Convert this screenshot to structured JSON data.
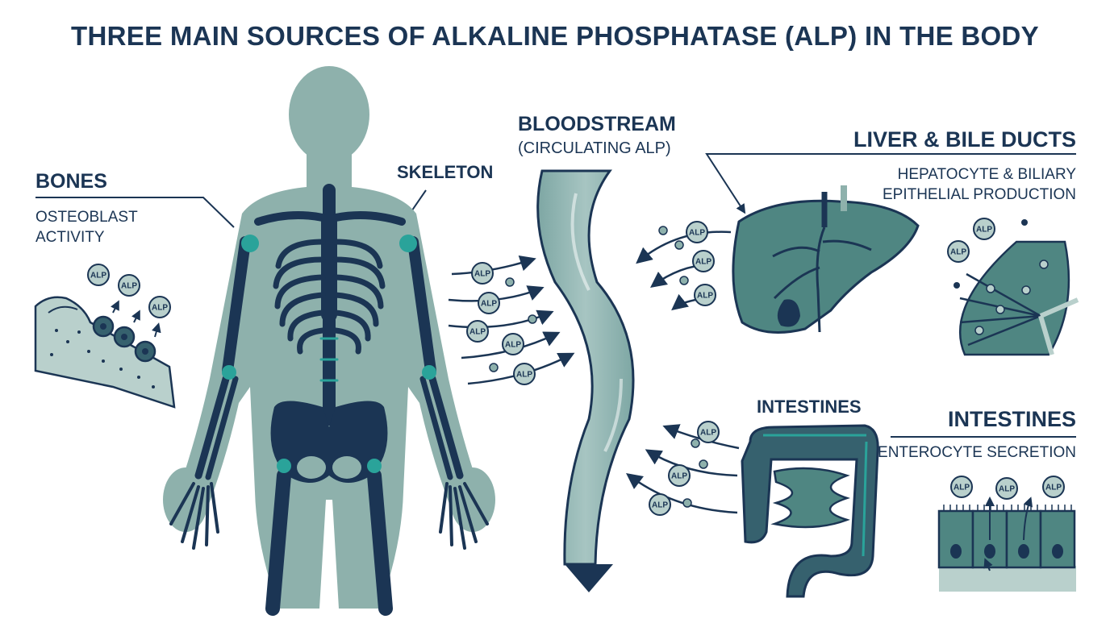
{
  "title": "THREE MAIN SOURCES OF ALKALINE PHOSPHATASE (ALP) IN THE BODY",
  "labels": {
    "bones": {
      "heading": "BONES",
      "line1": "OSTEOBLAST",
      "line2": "ACTIVITY"
    },
    "skeleton": "SKELETON",
    "bloodstream": {
      "heading": "BLOODSTREAM",
      "sub": "(CIRCULATING ALP)"
    },
    "liver": {
      "heading": "LIVER & BILE DUCTS",
      "line1": "HEPATOCYTE & BILIARY",
      "line2": "EPITHELIAL PRODUCTION"
    },
    "intestines_center": "INTESTINES",
    "intestines_right": {
      "heading": "INTESTINES",
      "sub": "ENTEROCYTE SECRETION"
    }
  },
  "molecule_label": "ALP",
  "icons": [
    "human-body-icon",
    "skeleton-icon",
    "bone-tissue-icon",
    "bloodstream-icon",
    "liver-icon",
    "hepatocyte-cells-icon",
    "intestines-icon",
    "enterocyte-cells-icon",
    "alp-molecule-icon"
  ],
  "colors": {
    "navy": "#1b3554",
    "body": "#8eb1ac",
    "body_light": "#b9d0cc",
    "teal_accent": "#2aa39a",
    "organ": "#4f8682",
    "organ_dark": "#36616e"
  }
}
